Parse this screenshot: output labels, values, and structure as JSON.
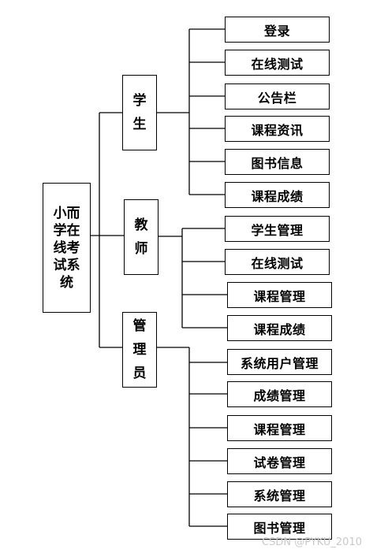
{
  "root": {
    "label": "小而学在线考试系统"
  },
  "roles": [
    {
      "label": "学生",
      "items": [
        "登录",
        "在线测试",
        "公告栏",
        "课程资讯",
        "图书信息",
        "课程成绩"
      ]
    },
    {
      "label": "教师",
      "items": [
        "学生管理",
        "在线测试",
        "课程管理",
        "课程成绩"
      ]
    },
    {
      "label": "管理员",
      "items": [
        "系统用户管理",
        "成绩管理",
        "课程管理",
        "试卷管理",
        "系统管理",
        "图书管理"
      ]
    }
  ],
  "watermark": "CSDN @PYKU_2010"
}
